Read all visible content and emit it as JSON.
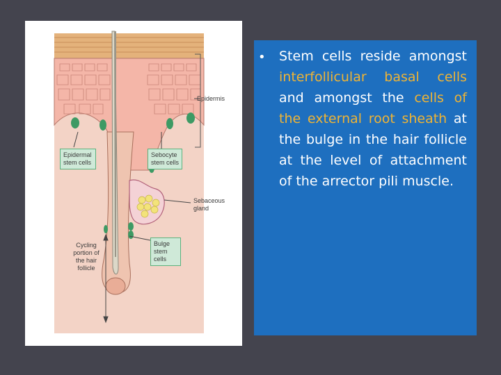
{
  "colors": {
    "background": "#44444e",
    "text_panel": "#1e6fbf",
    "text": "#ffffff",
    "highlight": "#f0b434",
    "stem_cell_box_fill": "#cfe9d8",
    "stem_cell_box_border": "#59b27d"
  },
  "figure": {
    "labels": {
      "epidermis": "Epidermis",
      "epidermal_stem_cells": "Epidermal stem cells",
      "sebocyte_stem_cells": "Sebocyte stem cells",
      "sebaceous_gland": "Sebaceous gland",
      "cycling_portion": "Cycling portion of the hair follicle",
      "bulge_stem_cells": "Bulge stem cells"
    }
  },
  "bullet": {
    "segments": [
      {
        "text": "Stem cells reside amongst ",
        "highlight": false
      },
      {
        "text": "interfollicular basal cells",
        "highlight": true
      },
      {
        "text": " and amongst the ",
        "highlight": false
      },
      {
        "text": "cells of the external root sheath",
        "highlight": true
      },
      {
        "text": " at the bulge in the hair follicle at the level of attachment of the arrector pili muscle.",
        "highlight": false
      }
    ]
  }
}
